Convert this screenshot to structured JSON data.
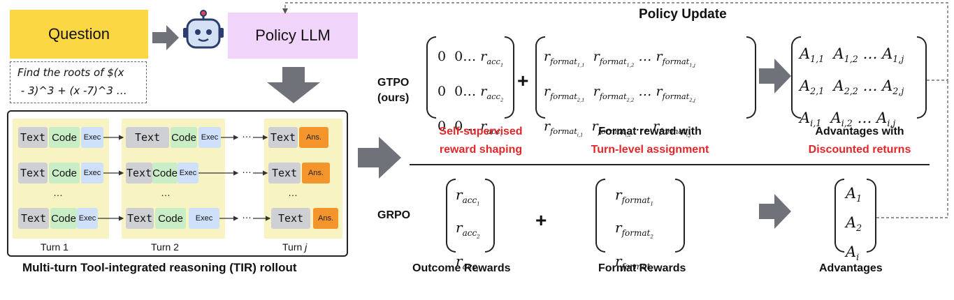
{
  "question_label": "Question",
  "policy_label": "Policy LLM",
  "question_text": "Find the roots of $(x\n - 3)^3 + (x -7)^3 …",
  "rollout": {
    "text": "Text",
    "code": "Code",
    "exec": "Exec",
    "ans": "Ans.",
    "dots": "…",
    "turn1": "Turn 1",
    "turn2": "Turn 2",
    "turnj": "Turn",
    "turnj_var": "j",
    "caption": "Multi-turn Tool-integrated reasoning (TIR) rollout"
  },
  "policy_update": "Policy Update",
  "gtpo": {
    "name_line1": "GTPO",
    "name_line2": "(ours)",
    "label1_line1": "Self-supervised",
    "label1_line2": "reward shaping",
    "label2_line1": "Format reward with",
    "label2_line2": "Turn-level assignment",
    "label3_line1": "Advantages with",
    "label3_line2": "Discounted returns"
  },
  "grpo": {
    "name": "GRPO",
    "label1": "Outcome Rewards",
    "label2": "Format Rewards",
    "label3": "Advantages"
  },
  "plus": "+",
  "colors": {
    "question": "#fbd843",
    "policy": "#f1d4f9",
    "text_cell": "#cfd0d4",
    "code_cell": "#c9edc4",
    "exec_cell": "#cfe1fa",
    "ans_cell": "#f4952b",
    "turn_bg": "#f7f3c2",
    "highlight": "#e3262a",
    "arrow": "#6f7279"
  },
  "icons": {
    "robot": "robot-icon",
    "arrow": "block-arrow-icon"
  }
}
